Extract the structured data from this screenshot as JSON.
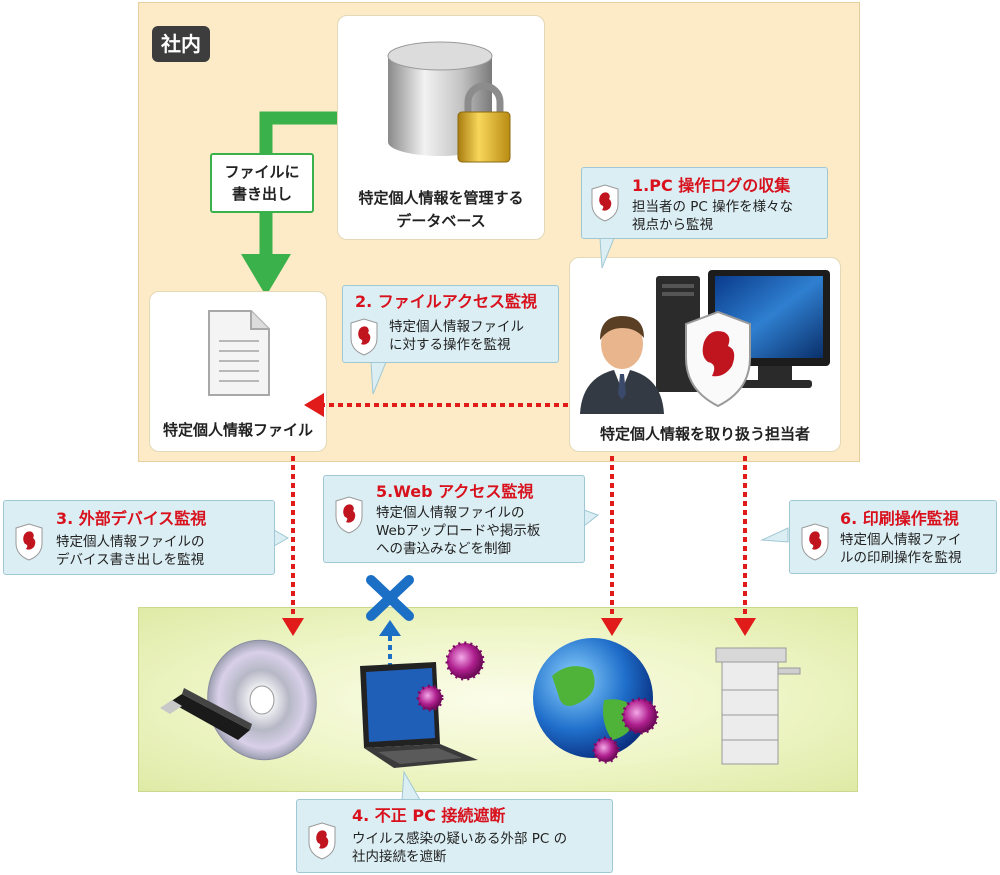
{
  "zones": {
    "inside_label": "社内"
  },
  "nodes": {
    "database": {
      "line1": "特定個人情報を管理する",
      "line2": "データベース"
    },
    "file": {
      "label": "特定個人情報ファイル"
    },
    "operator": {
      "label": "特定個人情報を取り扱う担当者"
    }
  },
  "flow_label": {
    "line1": "ファイルに",
    "line2": "書き出し"
  },
  "callouts": {
    "c1": {
      "title": "1.PC 操作ログの収集",
      "body1": "担当者の PC 操作を様々な",
      "body2": "視点から監視"
    },
    "c2": {
      "title": "2. ファイルアクセス監視",
      "body1": "特定個人情報ファイル",
      "body2": "に対する操作を監視"
    },
    "c3": {
      "title": "3. 外部デバイス監視",
      "body1": "特定個人情報ファイルの",
      "body2": "デバイス書き出しを監視"
    },
    "c4": {
      "title": "4. 不正 PC 接続遮断",
      "body1": "ウイルス感染の疑いある外部 PC の",
      "body2": "社内接続を遮断"
    },
    "c5": {
      "title": "5.Web アクセス監視",
      "body1": "特定個人情報ファイルの",
      "body2": "Webアップロードや掲示板",
      "body3": "への書込みなどを制御"
    },
    "c6": {
      "title": "6. 印刷操作監視",
      "body1": "特定個人情報ファイ",
      "body2": "ルの印刷操作を監視"
    }
  },
  "colors": {
    "accent_red": "#d8111d",
    "flow_green": "#3ab14a",
    "block_blue": "#1b6fc4",
    "callout_bg": "#dbeef4",
    "inside_bg": "#fcebc6",
    "outside_bg": "#eef5c6"
  },
  "icons": [
    "database-lock-icon",
    "document-icon",
    "user-icon",
    "desktop-pc-icon",
    "shield-lion-icon",
    "usb-drive-icon",
    "cd-disc-icon",
    "laptop-icon",
    "virus-icon",
    "globe-icon",
    "printer-icon",
    "block-x-icon"
  ]
}
